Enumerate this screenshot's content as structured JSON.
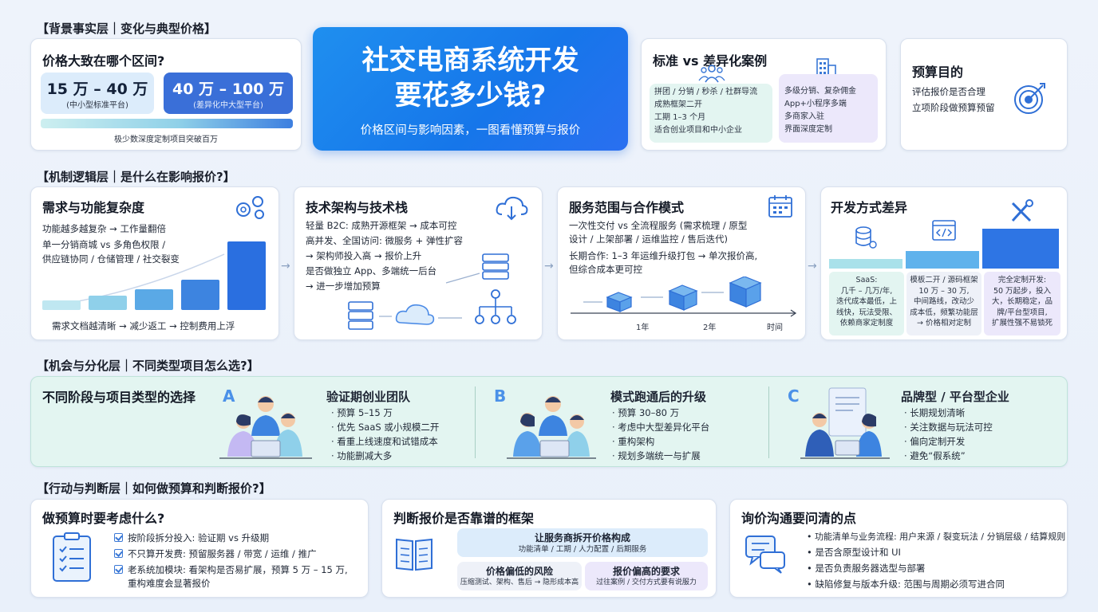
{
  "header": {
    "title_line1": "社交电商系统开发",
    "title_line2": "要花多少钱?",
    "subtitle": "价格区间与影响因素，一图看懂预算与报价"
  },
  "section1": {
    "label": "【背景事实层｜变化与典型价格】",
    "price": {
      "title": "价格大致在哪个区间?",
      "range1_value": "15 万 – 40 万",
      "range1_desc": "(中小型标准平台)",
      "range2_value": "40 万 – 100 万",
      "range2_desc": "(差异化中大型平台)",
      "note": "极少数深度定制项目突破百万"
    },
    "cases": {
      "title": "标准 vs 差异化案例",
      "left": [
        "拼团 / 分销 / 秒杀 / 社群导流",
        "成熟框架二开",
        "工期 1–3 个月",
        "适合创业项目和中小企业"
      ],
      "right": [
        "多级分销、复杂佣金",
        "App+小程序多端",
        "多商家入驻",
        "界面深度定制"
      ]
    },
    "purpose": {
      "title": "预算目的",
      "lines": [
        "评估报价是否合理",
        "立项阶段做预算预留"
      ]
    }
  },
  "section2": {
    "label": "【机制逻辑层｜是什么在影响报价?】",
    "complexity": {
      "title": "需求与功能复杂度",
      "lines": [
        "功能越多越复杂 → 工作量翻倍",
        "单一分销商城 vs 多角色权限 /",
        "供应链协同 / 仓储管理 / 社交裂变"
      ],
      "footer": "需求文档越清晰 → 减少返工 → 控制费用上浮"
    },
    "tech": {
      "title": "技术架构与技术栈",
      "lines": [
        "轻量 B2C: 成熟开源框架 → 成本可控",
        "高并发、全国访问: 微服务 + 弹性扩容",
        " → 架构师投入高 → 报价上升",
        "是否做独立 App、多端统一后台",
        " → 进一步增加预算"
      ]
    },
    "service": {
      "title": "服务范围与合作模式",
      "lines": [
        "一次性交付 vs 全流程服务 (需求梳理 / 原型",
        "设计 / 上架部署 / 运维监控 / 售后迭代)",
        "长期合作: 1–3 年运维升级打包 → 单次报价高,",
        "但综合成本更可控"
      ],
      "timeline": [
        "1年",
        "2年",
        "时间"
      ]
    },
    "dev": {
      "title": "开发方式差异",
      "cols": [
        [
          "SaaS:",
          "几千 – 几万/年,",
          "迭代成本最低，上",
          "线快，玩法受限、",
          "依赖商家定制度"
        ],
        [
          "模板二开 / 源码框架",
          "10 万 – 30 万,",
          "中间路线，改动少",
          "成本低，频繁功能层",
          "→ 价格相对定制"
        ],
        [
          "完全定制开发:",
          "50 万起步，投入",
          "大，长期稳定，品",
          "牌/平台型项目,",
          "扩展性强不易锁死"
        ]
      ]
    }
  },
  "section3": {
    "label": "【机会与分化层｜不同类型项目怎么选?】",
    "intro": "不同阶段与项目类型的选择",
    "groups": [
      {
        "letter": "A",
        "title": "验证期创业团队",
        "items": [
          "· 预算 5–15 万",
          "· 优先 SaaS 或小规模二开",
          "· 看重上线速度和试错成本",
          "· 功能删减大多"
        ]
      },
      {
        "letter": "B",
        "title": "模式跑通后的升级",
        "items": [
          "· 预算 30–80 万",
          "· 考虑中大型差异化平台",
          "· 重构架构",
          "· 规划多端统一与扩展"
        ]
      },
      {
        "letter": "C",
        "title": "品牌型 / 平台型企业",
        "items": [
          "· 长期规划清晰",
          "· 关注数据与玩法可控",
          "· 偏向定制开发",
          "· 避免“假系统”"
        ]
      }
    ]
  },
  "section4": {
    "label": "【行动与判断层｜如何做预算和判断报价?】",
    "budget": {
      "title": "做预算时要考虑什么?",
      "items": [
        "按阶段拆分投入: 验证期 vs 升级期",
        "不只算开发费: 预留服务器 / 带宽 / 运维 / 推广",
        "老系统加模块: 看架构是否易扩展，预算 5 万 – 15 万,",
        "重构难度会显著报价"
      ]
    },
    "framework": {
      "title": "判断报价是否靠谱的框架",
      "top_title": "让服务商拆开价格构成",
      "top_desc": "功能清单 / 工期 / 人力配置 / 后期服务",
      "left_title": "价格偏低的风险",
      "left_desc": "压缩测试、架构、售后 → 隐形成本高",
      "right_title": "报价偏高的要求",
      "right_desc": "过往案例 / 交付方式要有说服力"
    },
    "inquiry": {
      "title": "询价沟通要问清的点",
      "items": [
        "• 功能清单与业务流程: 用户来源 / 裂变玩法 / 分销层级 / 结算规则",
        "• 是否含原型设计和 UI",
        "• 是否负责服务器选型与部署",
        "• 缺陷修复与版本升级: 范围与周期必须写进合同"
      ]
    }
  },
  "colors": {
    "accent": "#1f7fee",
    "light_blue": "#dcecfb",
    "dark_pill": "#3a6fd8",
    "mint": "#e3f5f1",
    "lavender": "#ece8fb"
  }
}
